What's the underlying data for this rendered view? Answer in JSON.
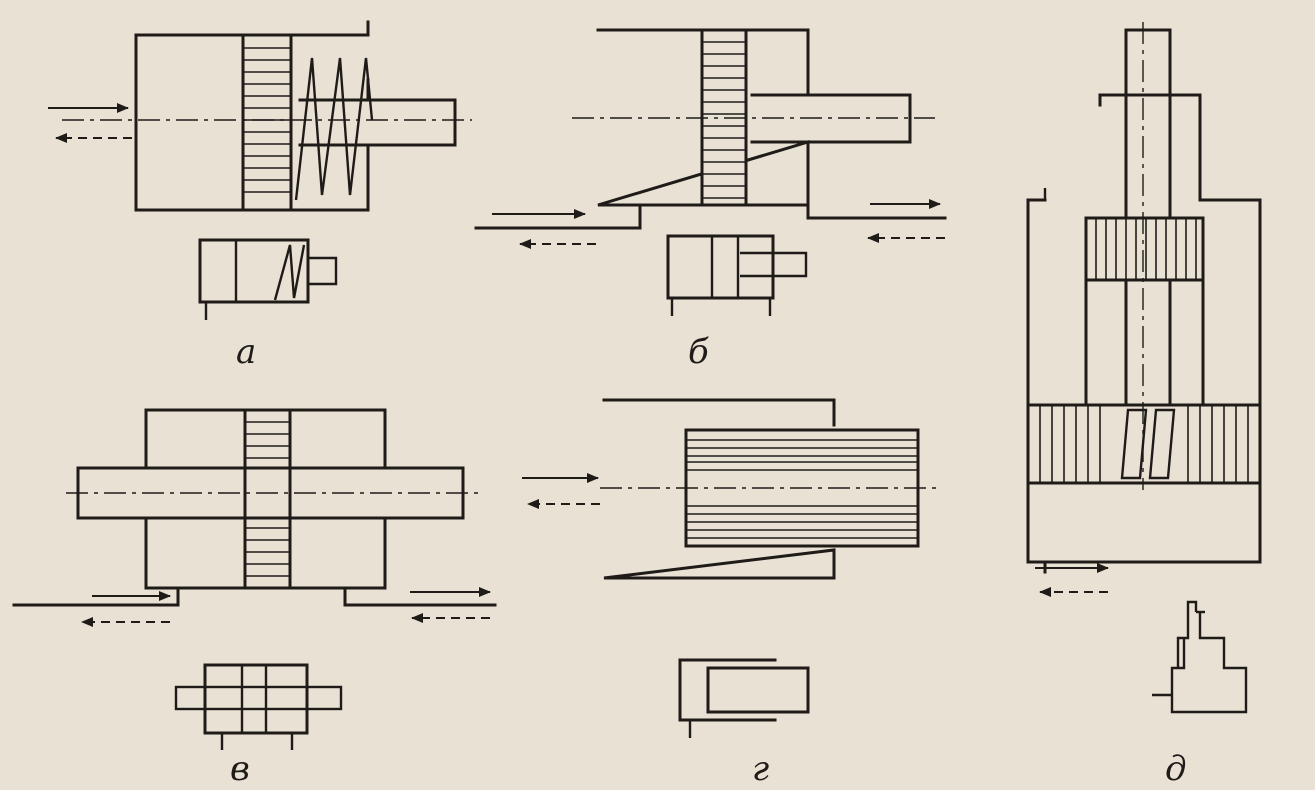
{
  "figure": {
    "captions": {
      "a": "а",
      "b": "б",
      "v": "в",
      "g": "г",
      "d": "д"
    }
  },
  "colors": {
    "paper": "#e9e1d4",
    "ink": "#1e1b18"
  }
}
